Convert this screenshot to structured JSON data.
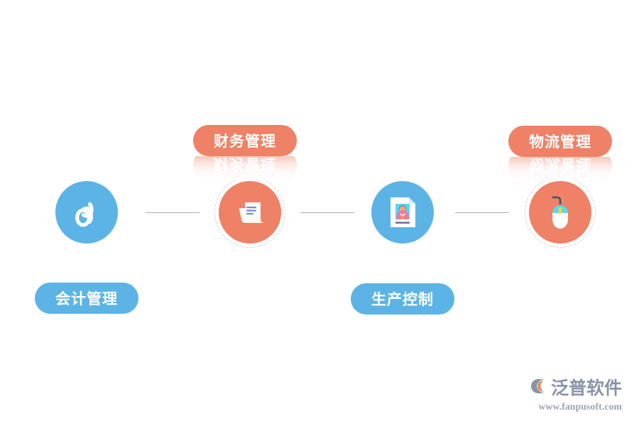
{
  "diagram": {
    "title": "ERP module flow",
    "colors": {
      "blue": "#5BB4E5",
      "coral": "#EE8166",
      "line": "#a9adb2",
      "ring": "#cfd2d5",
      "background": "#ffffff"
    },
    "nodes": [
      {
        "id": "accounting",
        "label": "会计管理",
        "icon": "chain-link-icon",
        "circle_color": "#5BB4E5",
        "badge_color": "#5BB4E5",
        "badge_position": "below",
        "has_dashed_ring": false,
        "has_reflection": false
      },
      {
        "id": "finance",
        "label": "财务管理",
        "icon": "scroll-document-icon",
        "circle_color": "#EE8166",
        "badge_color": "#EE8166",
        "badge_position": "above",
        "has_dashed_ring": true,
        "has_reflection": true
      },
      {
        "id": "production",
        "label": "生产控制",
        "icon": "id-card-icon",
        "circle_color": "#5BB4E5",
        "badge_color": "#5BB4E5",
        "badge_position": "below",
        "has_dashed_ring": false,
        "has_reflection": false
      },
      {
        "id": "logistics",
        "label": "物流管理",
        "icon": "computer-mouse-icon",
        "circle_color": "#EE8166",
        "badge_color": "#EE8166",
        "badge_position": "above",
        "has_dashed_ring": true,
        "has_reflection": true
      }
    ]
  },
  "watermark": {
    "brand": "泛普软件",
    "url": "www.fanpusoft.com",
    "mark_icon": "fanpu-swoosh-logo-icon"
  }
}
